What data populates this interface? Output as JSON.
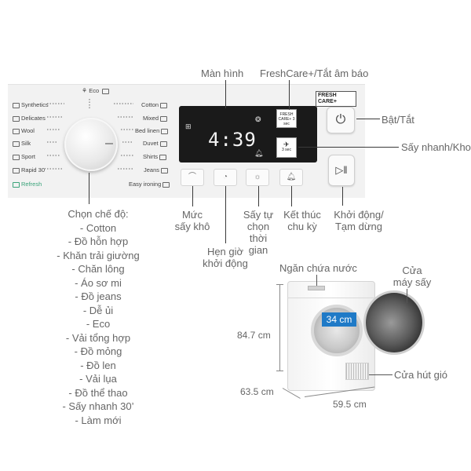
{
  "panel": {
    "eco_label": "Eco",
    "programs_left": [
      "Synthetics",
      "Delicates",
      "Wool",
      "Silk",
      "Sport",
      "Rapid 30'",
      "Refresh"
    ],
    "programs_right": [
      "Cotton",
      "Mixed",
      "Bed linen",
      "Duvet",
      "Shirts",
      "Jeans",
      "Easy ironing"
    ],
    "display_time": "4:39",
    "freshcare_badge": "FRESH CARE+",
    "freshcare_small": "FRESH CARE+ 3 sec",
    "quickdry_small": "3 sec"
  },
  "labels": {
    "screen": "Màn hình",
    "freshcare": "FreshCare+/Tắt âm báo",
    "power": "Bật/Tắt",
    "quick_dry_lock": "Sấy nhanh/Khoá",
    "dryness_level": "Mức\nsấy khô",
    "delay_start": "Hẹn giờ\nkhởi động",
    "auto_dry": "Sấy tự\nchọn\nthời\ngian",
    "cycle_end": "Kết thúc\nchu kỳ",
    "start_pause": "Khởi động/\nTạm dừng",
    "water_tank": "Ngăn chứa nước",
    "dryer_door": "Cửa\nmáy sấy",
    "air_vent": "Cửa hút gió"
  },
  "modes": {
    "title": "Chọn chế độ:",
    "items": [
      "- Cotton",
      "- Đồ hỗn hợp",
      "- Khăn trải giường",
      "- Chăn lông",
      "- Áo sơ mi",
      "- Đồ jeans",
      "- Dễ ủi",
      "- Eco",
      "- Vải tổng hợp",
      "- Đồ mỏng",
      "- Đồ len",
      "- Vải lụa",
      "- Đồ thể thao",
      "- Sấy nhanh 30’",
      "- Làm mới"
    ]
  },
  "dimensions": {
    "height": "84.7 cm",
    "depth": "63.5  cm",
    "width": "59.5 cm",
    "drum": "34 cm"
  },
  "colors": {
    "accent_blue": "#1f7ac7",
    "refresh_green": "#3aa37a"
  }
}
